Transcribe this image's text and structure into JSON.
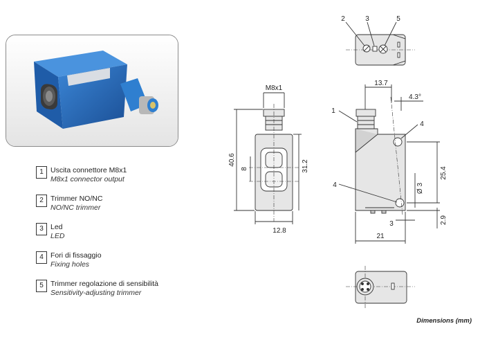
{
  "legend": [
    {
      "num": "1",
      "it": "Uscita connettore M8x1",
      "en": "M8x1 connector output"
    },
    {
      "num": "2",
      "it": "Trimmer NO/NC",
      "en": "NO/NC trimmer"
    },
    {
      "num": "3",
      "it": "Led",
      "en": "LED"
    },
    {
      "num": "4",
      "it": "Fori di fissaggio",
      "en": "Fixing holes"
    },
    {
      "num": "5",
      "it": "Trimmer regolazione di sensibilità",
      "en": "Sensitivity-adjusting trimmer"
    }
  ],
  "callouts": {
    "c1": "1",
    "c2": "2",
    "c3": "3",
    "c4a": "4",
    "c4b": "4",
    "c5": "5"
  },
  "dims": {
    "m8": "M8x1",
    "h406": "40.6",
    "h8": "8",
    "h312": "31.2",
    "w128": "12.8",
    "w137": "13.7",
    "a43": "4.3°",
    "h254": "25.4",
    "d3": "Ø 3",
    "w3": "3",
    "h29": "2.9",
    "w21": "21"
  },
  "footer": "Dimensions (mm)",
  "colors": {
    "sensor_blue": "#2a6fc0",
    "connector_blue": "#2f7fd0",
    "line": "#333333"
  }
}
